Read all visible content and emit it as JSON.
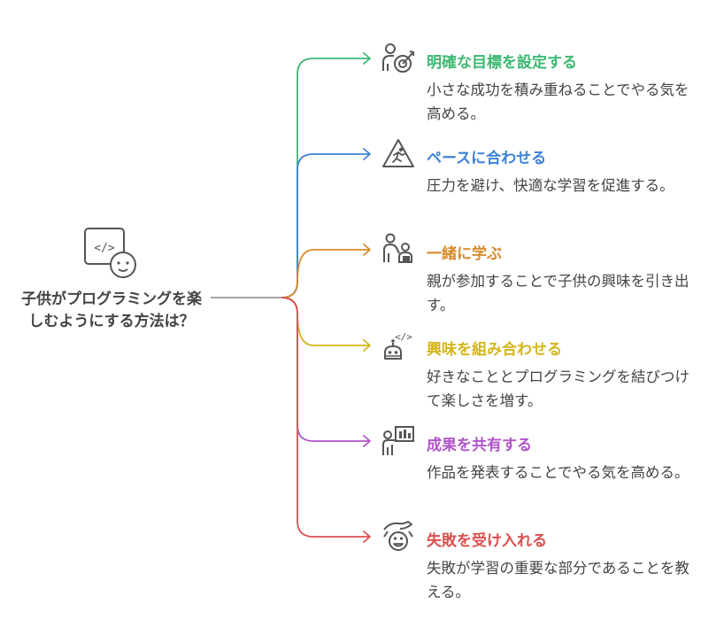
{
  "center": {
    "title": "子供がプログラミングを楽しむようにする方法は？",
    "icon": "code-child-icon"
  },
  "items": [
    {
      "title": "明確な目標を設定する",
      "description": "小さな成功を積み重ねることでやる気を高める。",
      "color": "#3cb872",
      "icon": "target-person-icon"
    },
    {
      "title": "ペースに合わせる",
      "description": "圧力を避け、快適な学習を促進する。",
      "color": "#3d82d6",
      "icon": "warning-runner-icon"
    },
    {
      "title": "一緒に学ぶ",
      "description": "親が参加することで子供の興味を引き出す。",
      "color": "#d98a2b",
      "icon": "parent-child-icon"
    },
    {
      "title": "興味を組み合わせる",
      "description": "好きなこととプログラミングを結びつけて楽しさを増す。",
      "color": "#d4b51a",
      "icon": "robot-code-icon"
    },
    {
      "title": "成果を共有する",
      "description": "作品を発表することでやる気を高める。",
      "color": "#b055c9",
      "icon": "presenter-board-icon"
    },
    {
      "title": "失敗を受け入れる",
      "description": "失敗が学習の重要な部分であることを教える。",
      "color": "#dd4f4f",
      "icon": "hand-face-icon"
    }
  ]
}
